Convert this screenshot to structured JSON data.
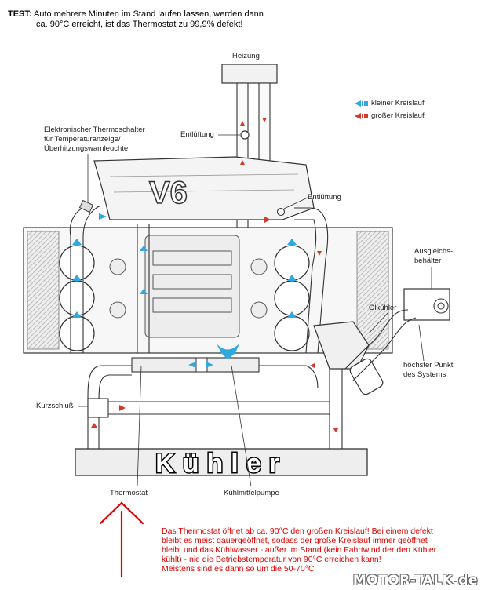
{
  "test_note": {
    "label": "TEST:",
    "line1": " Auto mehrere Minuten im Stand laufen lassen, werden dann",
    "line2": "ca. 90°C erreicht, ist das Thermostat zu 99,9% defekt!"
  },
  "labels": {
    "heizung": "Heizung",
    "kleiner_kreislauf": "kleiner Kreislauf",
    "grosser_kreislauf": "großer Kreislauf",
    "thermoschalter_1": "Elektronischer Thermoschalter",
    "thermoschalter_2": "für Temperaturanzeige/",
    "thermoschalter_3": "Überhitzungswarnleuchte",
    "entlueftung_top": "Entlüftung",
    "entlueftung_mid": "Entlüftung",
    "v6": "V6",
    "ausgleich_1": "Ausgleichs-",
    "ausgleich_2": "behälter",
    "oelkuehler": "Ölkühler",
    "hoechster_1": "höchster Punkt",
    "hoechster_2": "des Systems",
    "kurzschluss": "Kurzschluß",
    "kuehler": "Kühler",
    "thermostat": "Thermostat",
    "kuehlmittelpumpe": "Kühlmittelpumpe"
  },
  "red_note": {
    "line1": "Das Thermostat öffnet ab ca. 90°C den großen Kreislauf! Bei einem defekt",
    "line2": "bleibt es meist dauergeöffnet, sodass der große Kreislauf immer geöffnet",
    "line3": "bleibt und das Kühlwasser - außer im Stand (kein Fahrtwind der den Kühler",
    "line4": "kühlt) - nie die Betriebstemperatur von 90°C erreichen kann!",
    "line5": "Meistens sind es dann so um die 50-70°C"
  },
  "watermark_bottom": "MOTOR-TALK.de",
  "colors": {
    "red_text": "#e00000",
    "small_circuit_arrow": "#2ea8df",
    "large_circuit_arrow": "#d23a2a",
    "outline": "#333333"
  }
}
